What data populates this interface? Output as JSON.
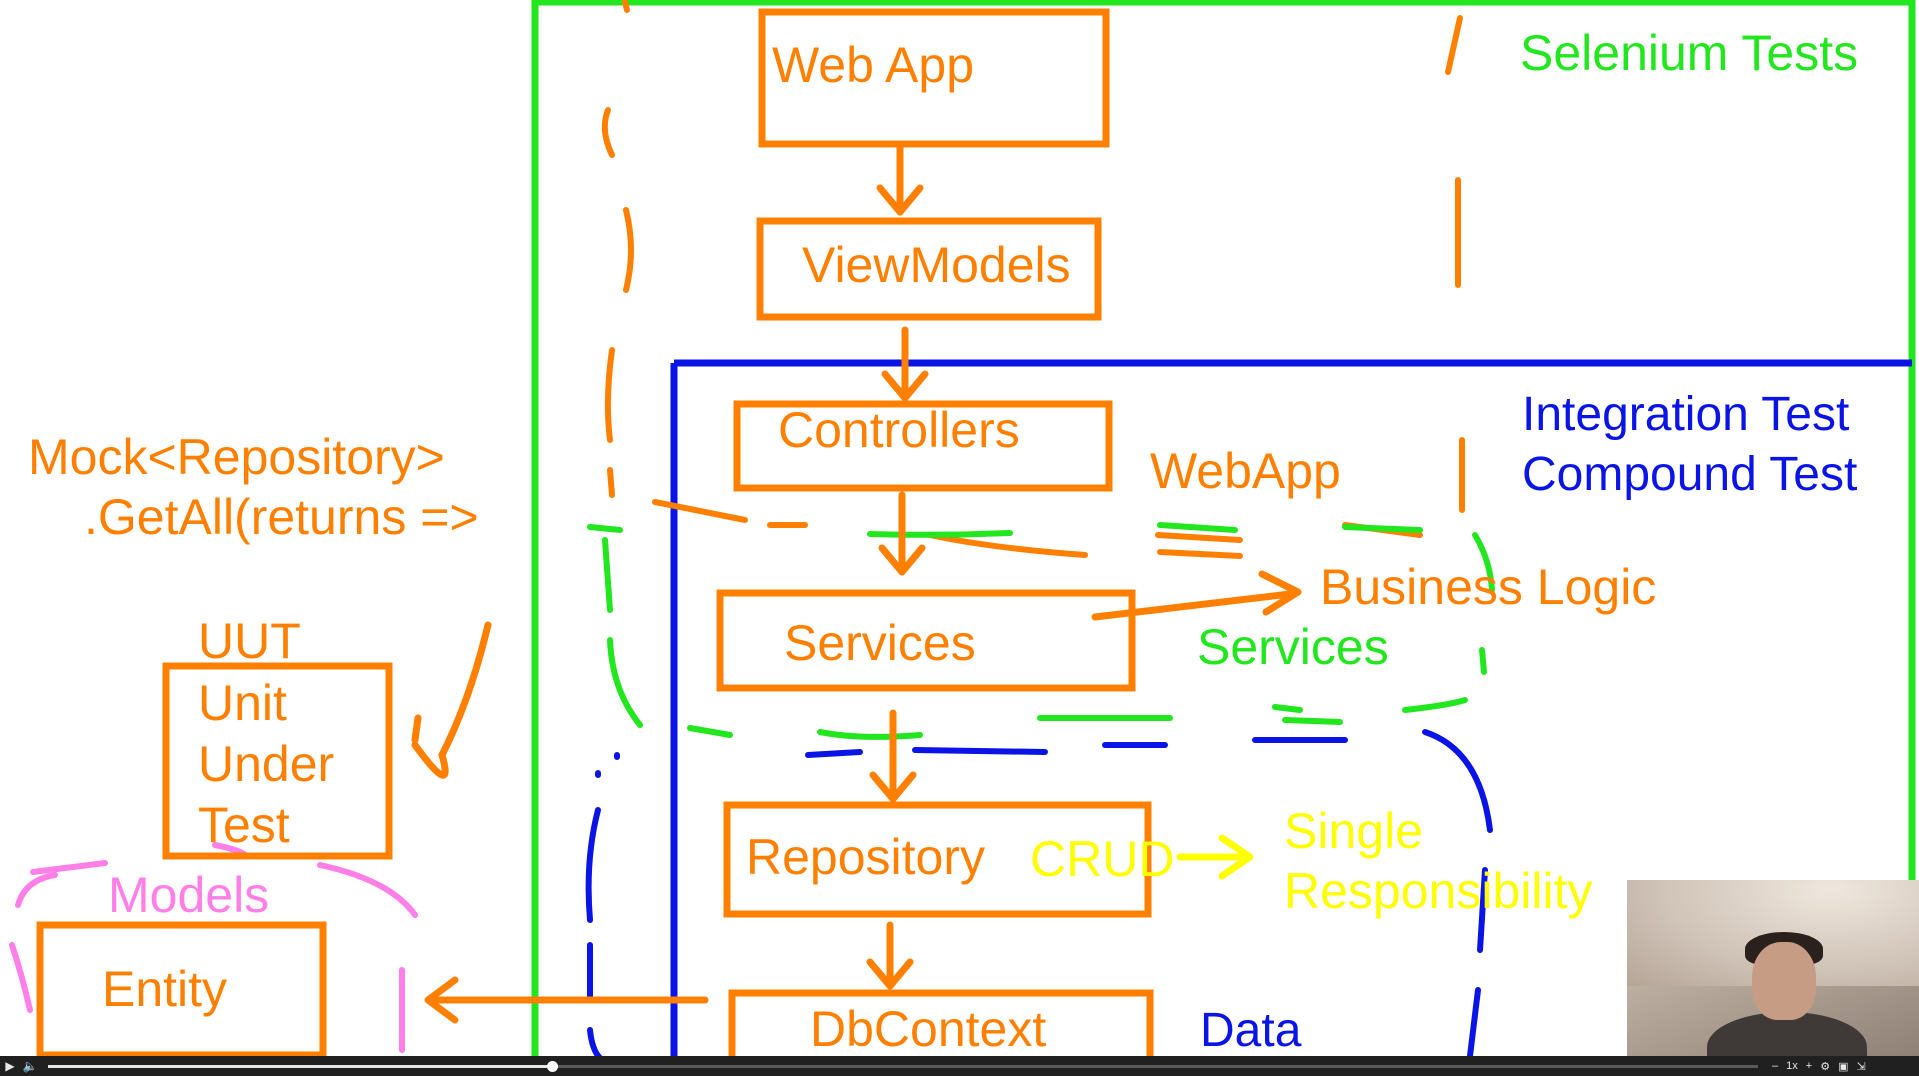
{
  "diagram": {
    "boxes": {
      "web_app": "Web App",
      "view_models": "ViewModels",
      "controllers": "Controllers",
      "services": "Services",
      "repository": "Repository",
      "db_context": "DbContext",
      "entity": "Entity"
    },
    "labels": {
      "selenium": "Selenium Tests",
      "integration": "Integration Test",
      "compound": "Compound Test",
      "webapp_layer": "WebApp",
      "business_logic": "Business Logic",
      "services_layer": "Services",
      "crud": "CRUD",
      "single": "Single",
      "responsibility": "Responsibility",
      "data_layer": "Data",
      "mock_line1": "Mock<Repository>",
      "mock_line2": ".GetAll(returns =>",
      "uut": "UUT",
      "unit": "Unit",
      "under": "Under",
      "test": "Test",
      "models": "Models"
    },
    "colors": {
      "orange": "#ff8000",
      "green": "#22e61e",
      "blue": "#0a14e6",
      "yellow": "#ffff00",
      "pink": "#ff7fe8"
    }
  },
  "video_player": {
    "progress_fraction": 0.295,
    "speed": "1x",
    "icons": [
      "play-icon",
      "volume-icon",
      "settings-icon",
      "pip-icon",
      "fullscreen-icon"
    ]
  }
}
